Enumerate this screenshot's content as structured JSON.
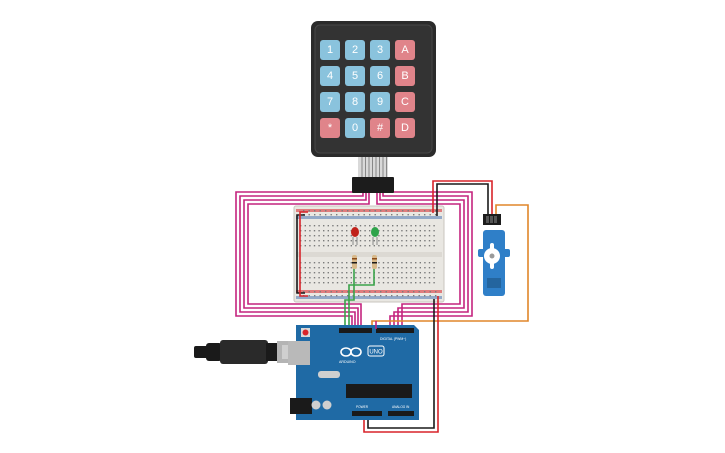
{
  "colors": {
    "background": "#ffffff",
    "keypad_body": "#2b2b2b",
    "key_blue": "#8ac3dd",
    "key_red": "#e0848a",
    "wire_magenta": "#c4247f",
    "wire_red": "#d8242a",
    "wire_black": "#1a1a1a",
    "wire_green": "#3aa34a",
    "wire_orange": "#e0862a",
    "arduino_blue": "#1f6aa5",
    "servo_blue": "#2f7fc8",
    "breadboard": "#e9e7e2"
  },
  "keypad": {
    "rows": [
      [
        {
          "label": "1",
          "color": "blue"
        },
        {
          "label": "2",
          "color": "blue"
        },
        {
          "label": "3",
          "color": "blue"
        },
        {
          "label": "A",
          "color": "red"
        }
      ],
      [
        {
          "label": "4",
          "color": "blue"
        },
        {
          "label": "5",
          "color": "blue"
        },
        {
          "label": "6",
          "color": "blue"
        },
        {
          "label": "B",
          "color": "red"
        }
      ],
      [
        {
          "label": "7",
          "color": "blue"
        },
        {
          "label": "8",
          "color": "blue"
        },
        {
          "label": "9",
          "color": "blue"
        },
        {
          "label": "C",
          "color": "red"
        }
      ],
      [
        {
          "label": "*",
          "color": "red"
        },
        {
          "label": "0",
          "color": "blue"
        },
        {
          "label": "#",
          "color": "red"
        },
        {
          "label": "D",
          "color": "red"
        }
      ]
    ]
  },
  "arduino": {
    "brand": "ARDUINO",
    "model": "UNO",
    "digital_label": "DIGITAL (PWM~)",
    "power_label": "POWER",
    "analog_label": "ANALOG IN"
  },
  "leds": [
    {
      "name": "red",
      "color": "#c0211a"
    },
    {
      "name": "green",
      "color": "#2ea34a"
    }
  ],
  "icons": [
    "keypad-icon",
    "breadboard-icon",
    "servo-icon",
    "arduino-board-icon",
    "usb-cable-icon",
    "led-icon",
    "resistor-icon"
  ]
}
